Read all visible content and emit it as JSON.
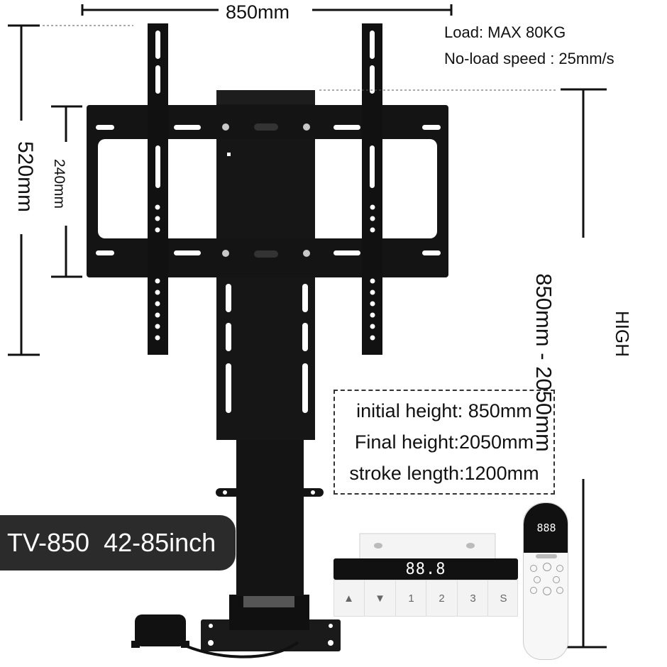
{
  "dimensions": {
    "width": "850mm",
    "frame_height": "520mm",
    "bracket_spacing": "240mm",
    "height_range": "850mm  - 2050mm",
    "height_label": "HIGH"
  },
  "specs": {
    "load": "Load: MAX 80KG",
    "speed": "No-load speed : 25mm/s"
  },
  "info_box": {
    "initial": "initial height: 850mm",
    "final": "Final height:2050mm",
    "stroke": "stroke length:1200mm"
  },
  "model": "TV-850  42-85inch",
  "control_panel": {
    "display": "88.8",
    "keys": [
      "▲",
      "▼",
      "1",
      "2",
      "3",
      "S"
    ]
  },
  "remote": {
    "display": "888"
  },
  "colors": {
    "metal": "#141414",
    "badge": "#2b2b2b",
    "panel_white": "#f3f3f3"
  }
}
